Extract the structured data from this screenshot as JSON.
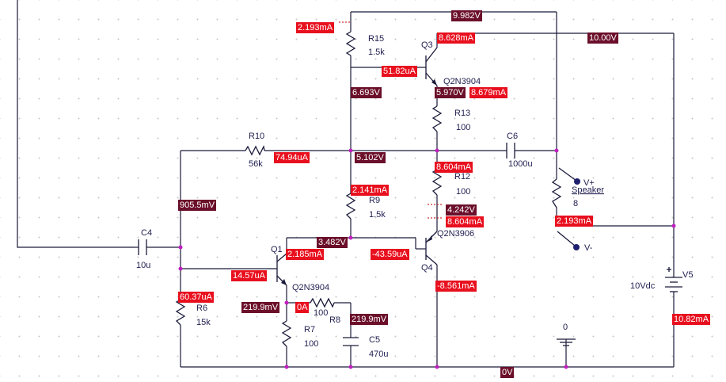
{
  "parts": {
    "R15": {
      "name": "R15",
      "value": "1.5k"
    },
    "R10": {
      "name": "R10",
      "value": "56k"
    },
    "R9": {
      "name": "R9",
      "value": "1.5k"
    },
    "R13": {
      "name": "R13",
      "value": "100"
    },
    "R12": {
      "name": "R12",
      "value": "100"
    },
    "R6": {
      "name": "R6",
      "value": "15k"
    },
    "R7": {
      "name": "R7",
      "value": "100"
    },
    "R8": {
      "name": "R8",
      "value": "100"
    },
    "C4": {
      "name": "C4",
      "value": "10u"
    },
    "C5": {
      "name": "C5",
      "value": "470u"
    },
    "C6": {
      "name": "C6",
      "value": "1000u"
    },
    "Q1": {
      "name": "Q1",
      "model": "Q2N3904"
    },
    "Q3": {
      "name": "Q3",
      "model": "Q2N3904"
    },
    "Q4": {
      "name": "Q4",
      "model": "Q2N3906"
    },
    "V5": {
      "name": "V5",
      "value": "10Vdc"
    },
    "speaker": {
      "name": "Speaker",
      "value": "8",
      "vplus": "V+",
      "vminus": "V-"
    },
    "ground": {
      "label": "0"
    }
  },
  "annotations": {
    "i_r15": "2.193mA",
    "v_top": "9.982V",
    "i_q3c": "8.628mA",
    "v_supply": "10.00V",
    "i_q3b": "51.82uA",
    "v_q3b": "6.693V",
    "v_q3e": "5.970V",
    "i_q3e": "8.679mA",
    "i_r10": "74.94uA",
    "v_out": "5.102V",
    "i_r12": "8.604mA",
    "v_c4": "905.5mV",
    "i_r9": "2.141mA",
    "v_q4e": "4.242V",
    "i_q4e": "8.604mA",
    "i_spk": "2.193mA",
    "v_q1c": "3.482V",
    "i_q1c": "2.185mA",
    "i_q4b": "-43.59uA",
    "i_q1b": "14.57uA",
    "i_r6": "60.37uA",
    "i_q4c": "-8.561mA",
    "v_q1e": "219.9mV",
    "i_r8": "0A",
    "v_c5": "219.9mV",
    "i_v5": "10.82mA",
    "v_gnd": "0V"
  },
  "colors": {
    "current_tag": "#e8101e",
    "voltage_tag": "#6b0f2a",
    "wire": "#1a1a3a",
    "label": "#1e1e50"
  }
}
